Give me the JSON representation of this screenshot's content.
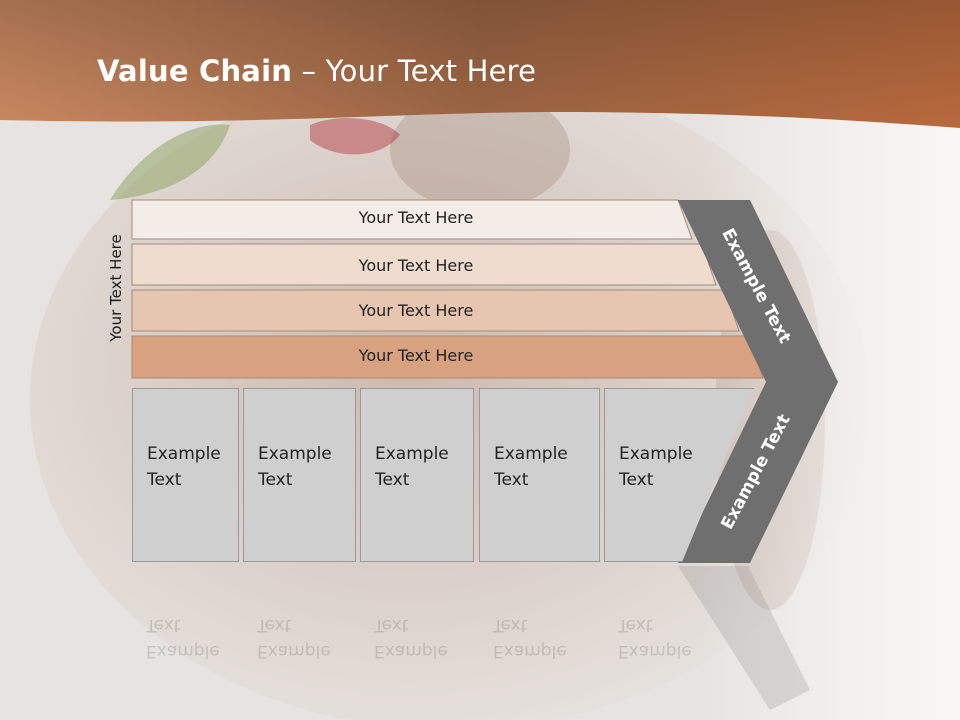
{
  "title": {
    "bold": "Value Chain",
    "rest": " – Your Text Here"
  },
  "side_label": "Your Text Here",
  "bars": [
    {
      "label": "Your Text Here",
      "color": "#f4ece7"
    },
    {
      "label": "Your Text Here",
      "color": "#eedccf"
    },
    {
      "label": "Your Text Here",
      "color": "#e6c6b1"
    },
    {
      "label": "Your Text Here",
      "color": "#d8a17f"
    }
  ],
  "boxes": [
    {
      "line1": "Example",
      "line2": "Text"
    },
    {
      "line1": "Example",
      "line2": "Text"
    },
    {
      "line1": "Example",
      "line2": "Text"
    },
    {
      "line1": "Example",
      "line2": "Text"
    },
    {
      "line1": "Example",
      "line2": "Text"
    }
  ],
  "chevron": {
    "upper": "Example Text",
    "lower": "Example Text",
    "color": "#6f6f6f"
  },
  "colors": {
    "header": "#b86a3e",
    "box": "#cfcfcf"
  }
}
